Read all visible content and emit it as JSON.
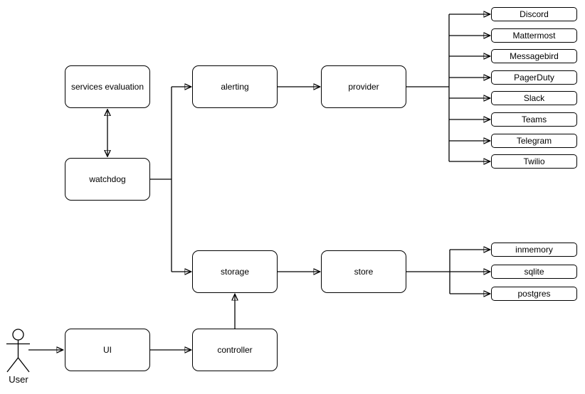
{
  "diagram": {
    "actor_label": "User",
    "nodes": {
      "services_evaluation": "services evaluation",
      "watchdog": "watchdog",
      "alerting": "alerting",
      "provider": "provider",
      "storage": "storage",
      "store": "store",
      "ui": "UI",
      "controller": "controller"
    },
    "provider_leaves": [
      "Discord",
      "Mattermost",
      "Messagebird",
      "PagerDuty",
      "Slack",
      "Teams",
      "Telegram",
      "Twilio"
    ],
    "store_leaves": [
      "inmemory",
      "sqlite",
      "postgres"
    ],
    "edges": [
      {
        "from": "services evaluation",
        "to": "watchdog",
        "style": "bidirectional"
      },
      {
        "from": "watchdog",
        "to": "alerting"
      },
      {
        "from": "watchdog",
        "to": "storage"
      },
      {
        "from": "alerting",
        "to": "provider"
      },
      {
        "from": "provider",
        "to": [
          "Discord",
          "Mattermost",
          "Messagebird",
          "PagerDuty",
          "Slack",
          "Teams",
          "Telegram",
          "Twilio"
        ]
      },
      {
        "from": "storage",
        "to": "store"
      },
      {
        "from": "store",
        "to": [
          "inmemory",
          "sqlite",
          "postgres"
        ]
      },
      {
        "from": "User",
        "to": "UI"
      },
      {
        "from": "UI",
        "to": "controller"
      },
      {
        "from": "controller",
        "to": "storage"
      }
    ],
    "colors": {
      "stroke": "#000000",
      "node_fill": "#ffffff",
      "background": "#ffffff"
    }
  }
}
